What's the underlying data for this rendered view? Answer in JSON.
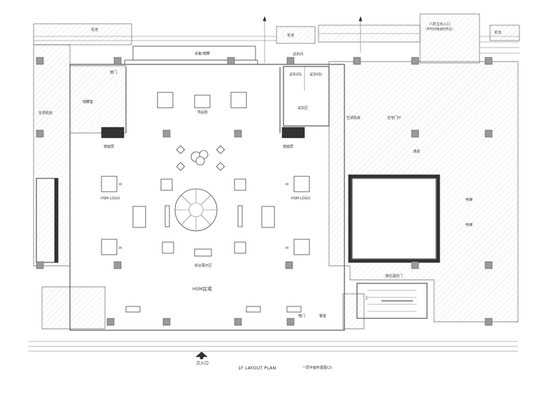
{
  "labels": {
    "flower_bed_left": "花池",
    "equipment_storage": "设备/储藏",
    "flower_bed_mid": "花池",
    "fitting_room": "试衣间",
    "main_entrance": "人防主出入口",
    "main_entrance_note": "（平时封填战时开启）",
    "flower_bed_right": "花池",
    "dark_door_top": "暗门",
    "storage_room": "储藏室",
    "ac_room_left": "空调机房",
    "jewelry_cabinet": "饰品柜",
    "fitting_room_1": "试衣间1",
    "fitting_room_2": "试衣间2",
    "fitting_area": "试衣区",
    "ac_room_right": "空调机房",
    "residential_lobby": "住宅门厅",
    "mirror_screen_left": "镜面屏",
    "mirror_screen_right": "镜面屏",
    "corridor": "通道",
    "hsm_logo_left": "HSM LOGO",
    "hsm_logo_right": "HSM LOGO",
    "elevator_1": "电梯",
    "elevator_2": "电梯",
    "display_area": "综合展示区",
    "hsm_zone": "HSM区域",
    "hotel_gate": "通往酒店门",
    "stair_up": "上",
    "dark_door_bottom": "暗门",
    "dining": "餐室",
    "secondary_entrance": "次入口",
    "plan_title": "1F LAYOUT PLAN",
    "plan_subtitle": "一层平面布置图(2)",
    "m1": "M",
    "m2": "M",
    "m3": "M",
    "m4": "M"
  }
}
